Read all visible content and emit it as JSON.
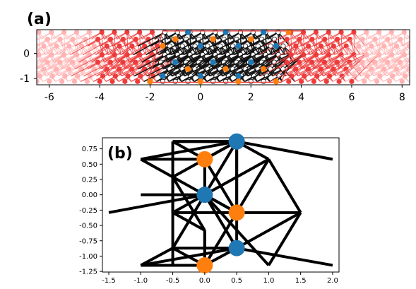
{
  "panel_a": {
    "label": "(a)",
    "xticks": [
      "-6",
      "-4",
      "-2",
      "0",
      "2",
      "4",
      "6",
      "8"
    ],
    "yticks": [
      "0",
      "-1"
    ],
    "colors": {
      "black": "#111111",
      "red": "#ee3b3b",
      "pink": "#ffb3b3",
      "blue": "#1f77b4",
      "orange": "#ff7f0e"
    }
  },
  "panel_b": {
    "label": "(b)",
    "xticks": [
      "-1.5",
      "-1.0",
      "-0.5",
      "0.0",
      "0.5",
      "1.0",
      "1.5",
      "2.0"
    ],
    "yticks": [
      "0.75",
      "0.50",
      "0.25",
      "0.00",
      "-0.25",
      "-0.50",
      "-0.75",
      "-1.00",
      "-1.25"
    ],
    "colors": {
      "edge": "#000000",
      "blue": "#1f77b4",
      "orange": "#ff7f0e"
    }
  },
  "chart_data": [
    {
      "type": "scatter",
      "panel": "(a)",
      "xlim": [
        -6.5,
        8.3
      ],
      "ylim": [
        -1.25,
        0.95
      ],
      "grid": false,
      "unit_cell_x": [
        -2.0,
        3.2
      ],
      "blue_atoms": [
        [
          -1.5,
          -0.9
        ],
        [
          -1.0,
          -0.35
        ],
        [
          -0.5,
          0.85
        ],
        [
          0.0,
          0.3
        ],
        [
          0.0,
          -0.9
        ],
        [
          0.5,
          -0.35
        ],
        [
          1.0,
          0.85
        ],
        [
          1.5,
          0.3
        ],
        [
          1.5,
          -0.9
        ],
        [
          2.0,
          -0.35
        ],
        [
          2.5,
          0.85
        ],
        [
          3.0,
          0.3
        ]
      ],
      "orange_atoms": [
        [
          -2.0,
          -1.12
        ],
        [
          -1.5,
          0.3
        ],
        [
          -1.0,
          0.57
        ],
        [
          -0.5,
          -0.62
        ],
        [
          0.0,
          -1.12
        ],
        [
          0.5,
          0.57
        ],
        [
          1.0,
          -0.62
        ],
        [
          1.5,
          -1.12
        ],
        [
          2.0,
          0.57
        ],
        [
          2.5,
          -0.62
        ],
        [
          3.0,
          -1.12
        ],
        [
          3.5,
          0.85
        ]
      ]
    },
    {
      "type": "scatter",
      "panel": "(b)",
      "xlim": [
        -1.6,
        2.1
      ],
      "ylim": [
        -1.26,
        0.93
      ],
      "grid": false,
      "nodes": [
        {
          "x": 0.5,
          "y": 0.87,
          "color": "blue"
        },
        {
          "x": 0.0,
          "y": 0.58,
          "color": "orange"
        },
        {
          "x": 0.0,
          "y": 0.0,
          "color": "blue"
        },
        {
          "x": 0.5,
          "y": -0.29,
          "color": "orange"
        },
        {
          "x": 0.5,
          "y": -0.87,
          "color": "blue"
        },
        {
          "x": 0.0,
          "y": -1.15,
          "color": "orange"
        }
      ],
      "edges": [
        [
          [
            0.5,
            0.87
          ],
          [
            0.0,
            0.58
          ]
        ],
        [
          [
            0.5,
            0.87
          ],
          [
            0.0,
            0.0
          ]
        ],
        [
          [
            0.5,
            0.87
          ],
          [
            0.5,
            -0.29
          ]
        ],
        [
          [
            0.5,
            0.87
          ],
          [
            0.5,
            -0.87
          ]
        ],
        [
          [
            0.5,
            0.87
          ],
          [
            -0.5,
            0.87
          ]
        ],
        [
          [
            0.5,
            0.87
          ],
          [
            2.0,
            0.58
          ]
        ],
        [
          [
            0.5,
            0.87
          ],
          [
            -1.0,
            0.58
          ]
        ],
        [
          [
            0.5,
            0.87
          ],
          [
            -0.5,
            0.29
          ]
        ],
        [
          [
            0.5,
            0.87
          ],
          [
            1.0,
            0.58
          ]
        ],
        [
          [
            0.0,
            0.58
          ],
          [
            -1.0,
            0.58
          ]
        ],
        [
          [
            0.0,
            0.58
          ],
          [
            0.0,
            0.0
          ]
        ],
        [
          [
            0.0,
            0.58
          ],
          [
            0.5,
            -0.29
          ]
        ],
        [
          [
            0.0,
            0.58
          ],
          [
            -0.5,
            0.87
          ]
        ],
        [
          [
            0.0,
            0.0
          ],
          [
            -1.0,
            0.0
          ]
        ],
        [
          [
            0.0,
            0.0
          ],
          [
            -1.5,
            -0.29
          ]
        ],
        [
          [
            0.0,
            0.0
          ],
          [
            0.5,
            -0.29
          ]
        ],
        [
          [
            0.0,
            0.0
          ],
          [
            0.5,
            -0.87
          ]
        ],
        [
          [
            0.0,
            0.0
          ],
          [
            -0.5,
            -0.29
          ]
        ],
        [
          [
            0.0,
            0.0
          ],
          [
            -0.5,
            -0.87
          ]
        ],
        [
          [
            0.0,
            0.0
          ],
          [
            1.0,
            -1.15
          ]
        ],
        [
          [
            0.0,
            0.0
          ],
          [
            1.0,
            0.58
          ]
        ],
        [
          [
            0.5,
            -0.29
          ],
          [
            1.5,
            -0.29
          ]
        ],
        [
          [
            0.5,
            -0.29
          ],
          [
            0.0,
            -1.15
          ]
        ],
        [
          [
            0.5,
            -0.29
          ],
          [
            -0.5,
            -0.29
          ]
        ],
        [
          [
            0.5,
            -0.29
          ],
          [
            -0.5,
            0.29
          ]
        ],
        [
          [
            0.5,
            -0.87
          ],
          [
            -1.0,
            -1.15
          ]
        ],
        [
          [
            0.5,
            -0.87
          ],
          [
            2.0,
            -1.15
          ]
        ],
        [
          [
            0.5,
            -0.87
          ],
          [
            0.0,
            -1.15
          ]
        ],
        [
          [
            0.5,
            -0.87
          ],
          [
            1.5,
            -0.29
          ]
        ],
        [
          [
            0.5,
            -0.87
          ],
          [
            -0.5,
            -0.87
          ]
        ],
        [
          [
            0.0,
            -1.15
          ],
          [
            -1.0,
            -1.15
          ]
        ],
        [
          [
            0.0,
            -1.15
          ],
          [
            0.0,
            -0.58
          ]
        ],
        [
          [
            -0.5,
            0.87
          ],
          [
            -0.5,
            -1.15
          ]
        ],
        [
          [
            -1.0,
            0.58
          ],
          [
            -0.5,
            0.29
          ]
        ],
        [
          [
            -0.5,
            0.29
          ],
          [
            -0.5,
            -0.29
          ]
        ],
        [
          [
            -0.5,
            -0.29
          ],
          [
            0.0,
            -0.58
          ]
        ],
        [
          [
            0.0,
            -0.58
          ],
          [
            0.0,
            -1.15
          ]
        ],
        [
          [
            -0.5,
            -0.87
          ],
          [
            0.0,
            -1.15
          ]
        ],
        [
          [
            -0.5,
            -0.87
          ],
          [
            -1.0,
            -1.15
          ]
        ],
        [
          [
            1.0,
            0.58
          ],
          [
            1.5,
            -0.29
          ]
        ],
        [
          [
            1.0,
            0.58
          ],
          [
            0.5,
            -0.29
          ]
        ],
        [
          [
            1.5,
            -0.29
          ],
          [
            1.0,
            -1.15
          ]
        ],
        [
          [
            -0.5,
            0.87
          ],
          [
            0.5,
            0.87
          ]
        ],
        [
          [
            -0.5,
            0.29
          ],
          [
            0.0,
            -0.58
          ]
        ]
      ]
    }
  ]
}
